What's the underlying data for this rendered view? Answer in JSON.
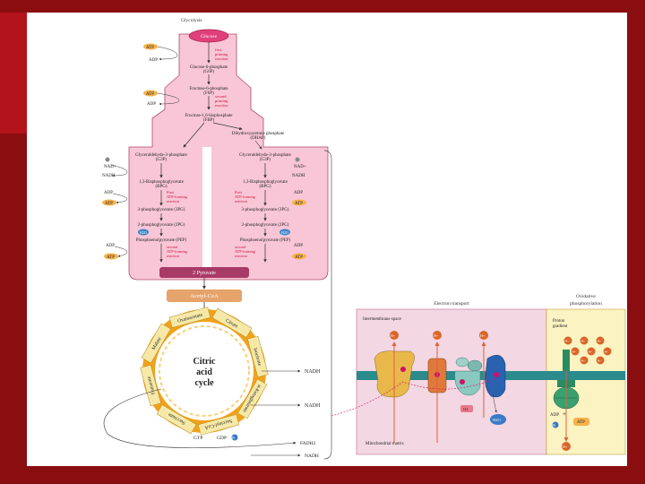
{
  "glycolysis": {
    "title": "Glycolysis",
    "glucose": "Glucose",
    "priming1": [
      "first",
      "priming",
      "reaction"
    ],
    "g6p": [
      "Glucose-6-phosphate",
      "(G6P)"
    ],
    "f6p": [
      "Fructose-6-phosphate",
      "(F6P)"
    ],
    "priming2": [
      "second",
      "priming",
      "reaction"
    ],
    "fbp": [
      "Fructose-1,6-bisphosphate",
      "(FBP)"
    ],
    "dhap": [
      "Dihydroxyacetone phosphate",
      "(DHAP)"
    ],
    "g3p": [
      "Glyceraldehyde-3-phosphate",
      "(G3P)"
    ],
    "bpg": [
      "1,3-Bisphosphoglycerate",
      "(BPG)"
    ],
    "first_atp": [
      "First",
      "ATP-forming",
      "reaction"
    ],
    "pg3": "3-phosphoglycerate (3PG)",
    "pg2": "2-phosphoglycerate (2PG)",
    "pep": "Phosphoenolpyruvate (PEP)",
    "second_atp": [
      "second",
      "ATP-forming",
      "reaction"
    ],
    "h2o": "H2O",
    "atp": "ATP",
    "adp": "ADP",
    "nad": "NAD+",
    "nadh": "NADH",
    "pyruvate": "2 Pyruvate",
    "acetyl": "Acetyl-CoA"
  },
  "cycle": {
    "title": [
      "Citric",
      "acid",
      "cycle"
    ],
    "segments": [
      "Citrate",
      "Isocitrate",
      "α-Ketoglutarate",
      "Succinyl-CoA",
      "Succinate",
      "Fumarate",
      "Malate",
      "Oxaloacetate"
    ],
    "nadh": "NADH",
    "fadh2": "FADH2",
    "gtp": "GTP",
    "gdp": "GDP",
    "pi": "Pi"
  },
  "etc": {
    "header_left": "Electron transport",
    "header_right": [
      "Oxidative",
      "phosphorylation"
    ],
    "intermembrane": "Intermembrane space",
    "matrix": "Mitochondrial matrix",
    "h": "H+",
    "o2": "O2",
    "water": "H2O",
    "proton_gradient": [
      "Proton",
      "gradient"
    ],
    "adp_label": "ADP",
    "atp_label": "ATP",
    "pi_label": "Pi"
  },
  "colors": {
    "slide_bg": "#8a0e10",
    "glycolysis_fill": "#f8c6d7",
    "cycle_orange": "#f2a21a",
    "box_yellow": "#f6e9a8",
    "membrane": "#2a8a8c",
    "electron_pink": "#f3d7e3",
    "ox_yellow": "#fbf3c2"
  }
}
